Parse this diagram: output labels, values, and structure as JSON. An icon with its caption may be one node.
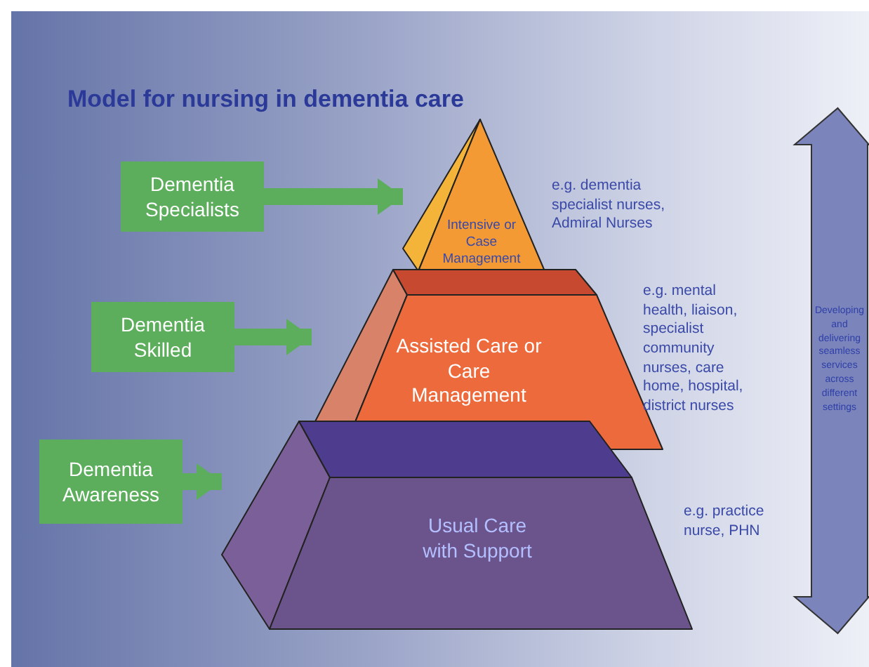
{
  "diagram": {
    "title": "Model for nursing in dementia care",
    "nodes": [
      {
        "text": [
          "Dementia Specialists"
        ]
      },
      {
        "text": [
          "Dementia Skilled"
        ]
      },
      {
        "text": [
          "Dementia Awareness"
        ]
      },
      {
        "text": [
          "Intensive or Case Management"
        ],
        "beside": [
          "e.g. dementia specialist nurses, Admiral Nurses"
        ]
      },
      {
        "text": [
          "Assisted Care or Care Management"
        ],
        "beside": [
          "e.g. mental health, liaison, specialist community nurses, care home, hospital, district nurses"
        ]
      },
      {
        "text": [
          "Usual Care with Support"
        ],
        "beside": [
          "e.g. practice nurse, PHN"
        ]
      },
      {
        "text": [
          "Developing and delivering seamless services across different settings"
        ]
      }
    ],
    "edges": [
      {
        "from": 0,
        "to": 3,
        "arrow": "to"
      },
      {
        "from": 1,
        "to": 4,
        "arrow": "to"
      },
      {
        "from": 2,
        "to": 5,
        "arrow": "to"
      }
    ]
  }
}
